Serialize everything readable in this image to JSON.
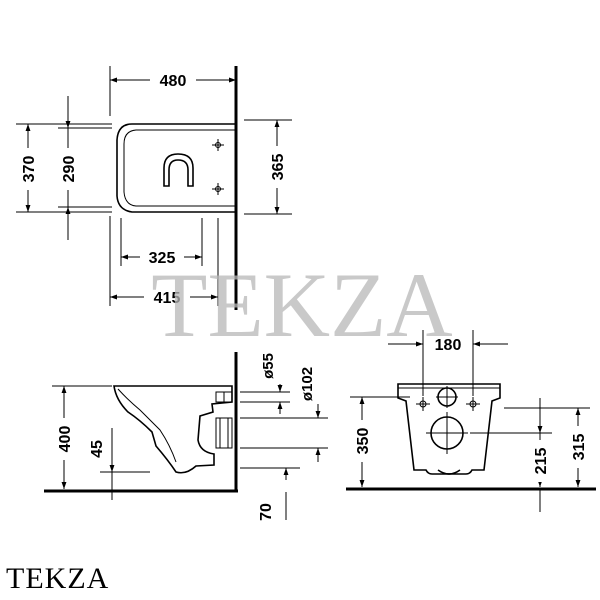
{
  "watermark": "TEKZA",
  "brand_caption": "TEKZA",
  "top_view": {
    "width_480": "480",
    "depth_370": "370",
    "depth_290": "290",
    "depth_365": "365",
    "len_325": "325",
    "len_415": "415"
  },
  "side_view": {
    "height_400": "400",
    "height_45": "45",
    "dia_55": "ø55",
    "dia_102": "ø102",
    "height_70": "70"
  },
  "front_view": {
    "width_180": "180",
    "height_350": "350",
    "height_215": "215",
    "height_315": "315"
  }
}
